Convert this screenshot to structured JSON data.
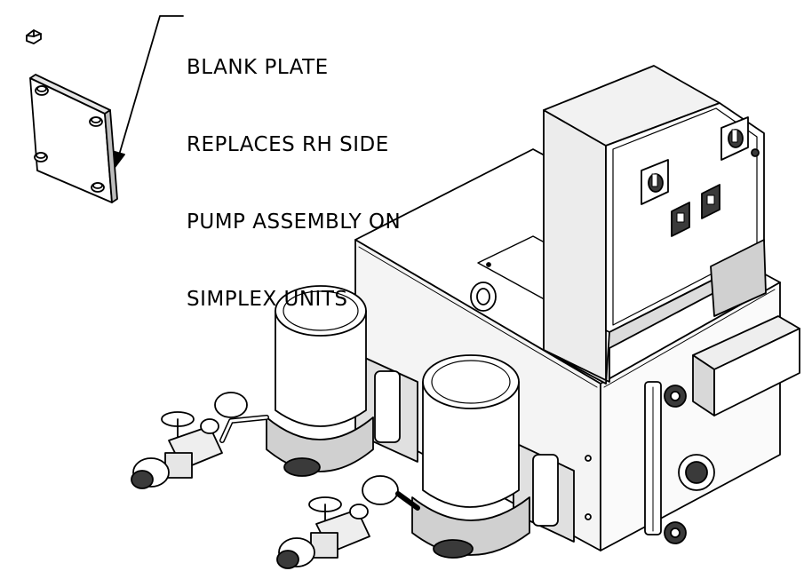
{
  "callout": {
    "lines": [
      "BLANK PLATE",
      "REPLACES RH SIDE",
      "PUMP ASSEMBLY ON",
      "SIMPLEX UNITS"
    ]
  },
  "colors": {
    "line": "#000000",
    "paper": "#ffffff",
    "shade": "#d9d9d9",
    "dark": "#3a3a3a"
  }
}
